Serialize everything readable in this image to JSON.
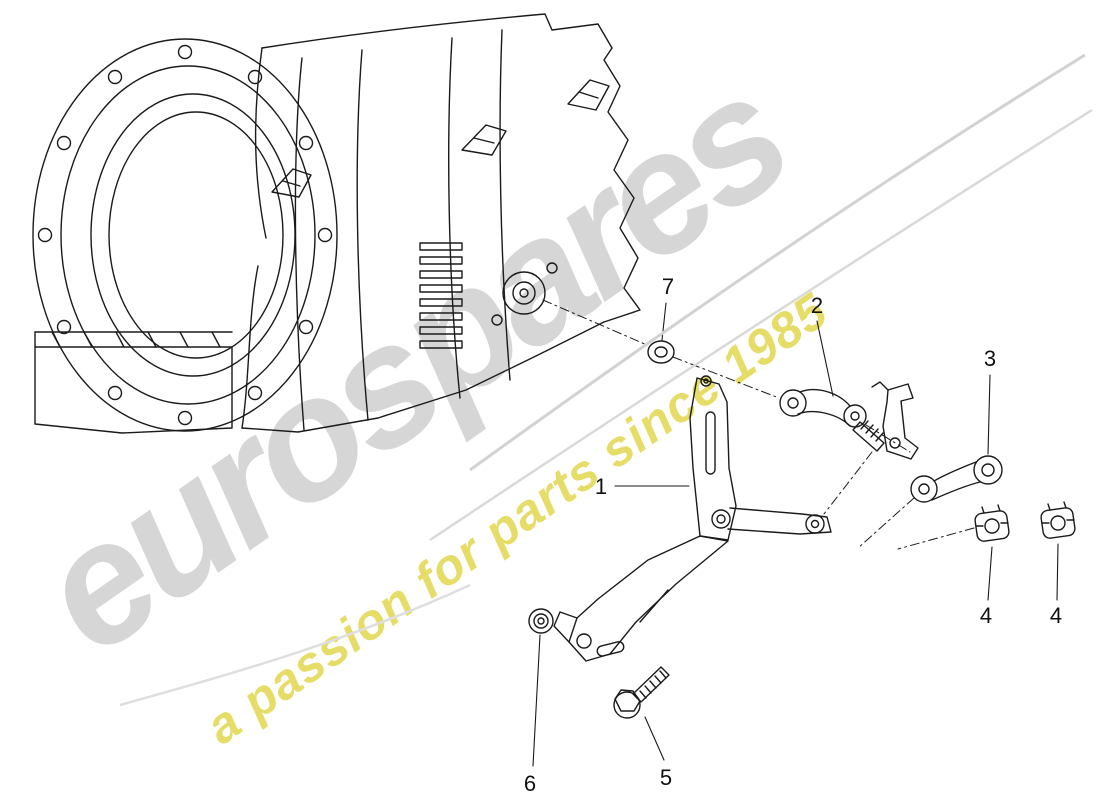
{
  "watermark": {
    "brand": "eurospares",
    "tagline": "a passion for parts since 1985"
  },
  "callouts": [
    {
      "id": "callout-7",
      "label": "7"
    },
    {
      "id": "callout-2",
      "label": "2"
    },
    {
      "id": "callout-3",
      "label": "3"
    },
    {
      "id": "callout-1",
      "label": "1"
    },
    {
      "id": "callout-4a",
      "label": "4"
    },
    {
      "id": "callout-4b",
      "label": "4"
    },
    {
      "id": "callout-6",
      "label": "6"
    },
    {
      "id": "callout-5",
      "label": "5"
    }
  ],
  "colors": {
    "line": "#1a1a1a",
    "watermark_gray": "#9e9e9e",
    "watermark_yellow": "#e0d548",
    "background": "#ffffff"
  }
}
